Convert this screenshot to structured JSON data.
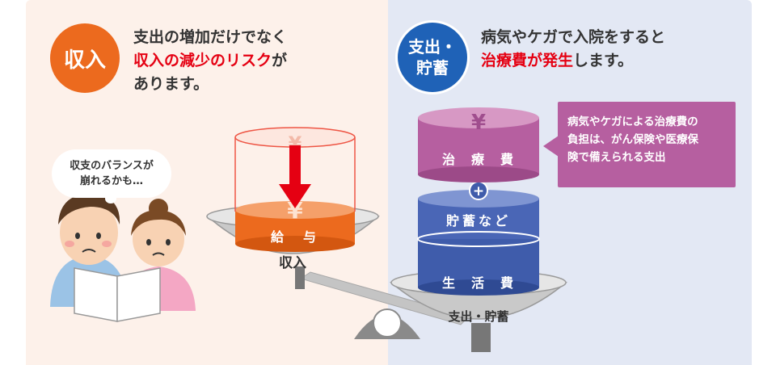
{
  "income": {
    "badge": "収入",
    "headline_line1": "支出の増加だけでなく",
    "headline_line2_highlight": "収入の減少のリスク",
    "headline_line2_rest": "が",
    "headline_line3": "あります。"
  },
  "expense": {
    "badge_line1": "支出・",
    "badge_line2": "貯蓄",
    "headline_line1": "病気やケガで入院をすると",
    "headline_line2_highlight": "治療費が発生",
    "headline_line2_rest": "します。"
  },
  "speech_bubble": {
    "line1": "収支のバランスが",
    "line2": "崩れるかも…"
  },
  "callout": {
    "line1": "病気やケガによる治療費の",
    "line2": "負担は、がん保険や医療保",
    "line3": "険で備えられる支出"
  },
  "scale": {
    "left_pan_label": "収入",
    "right_pan_label": "支出・貯蓄",
    "salary_label": "給　与",
    "medical_cost_label": "治　療　費",
    "savings_label": "貯蓄など",
    "living_cost_label": "生　活　費",
    "yen_symbol": "¥",
    "plus_symbol": "+"
  },
  "colors": {
    "income_orange": "#ec6a1e",
    "expense_blue": "#1f62b7",
    "highlight_red": "#e50012",
    "medical_purple": "#b65fa0",
    "savings_blue": "#3f5cab"
  }
}
